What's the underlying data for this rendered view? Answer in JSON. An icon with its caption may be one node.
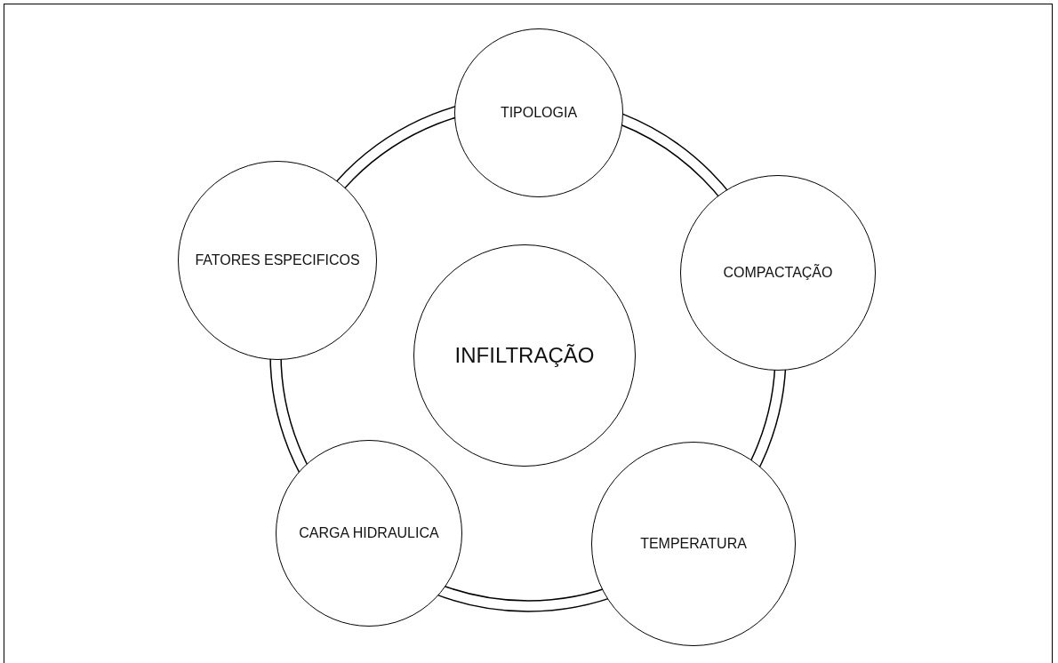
{
  "diagram": {
    "nodes": [
      {
        "text": [
          "TIPOLOGIA"
        ]
      },
      {
        "text": [
          "FATORES ESPECIFICOS"
        ]
      },
      {
        "text": [
          "COMPACTAÇÃO"
        ]
      },
      {
        "text": [
          "INFILTRAÇÃO"
        ]
      },
      {
        "text": [
          "CARGA HIDRAULICA"
        ]
      },
      {
        "text": [
          "TEMPERATURA"
        ]
      }
    ]
  }
}
